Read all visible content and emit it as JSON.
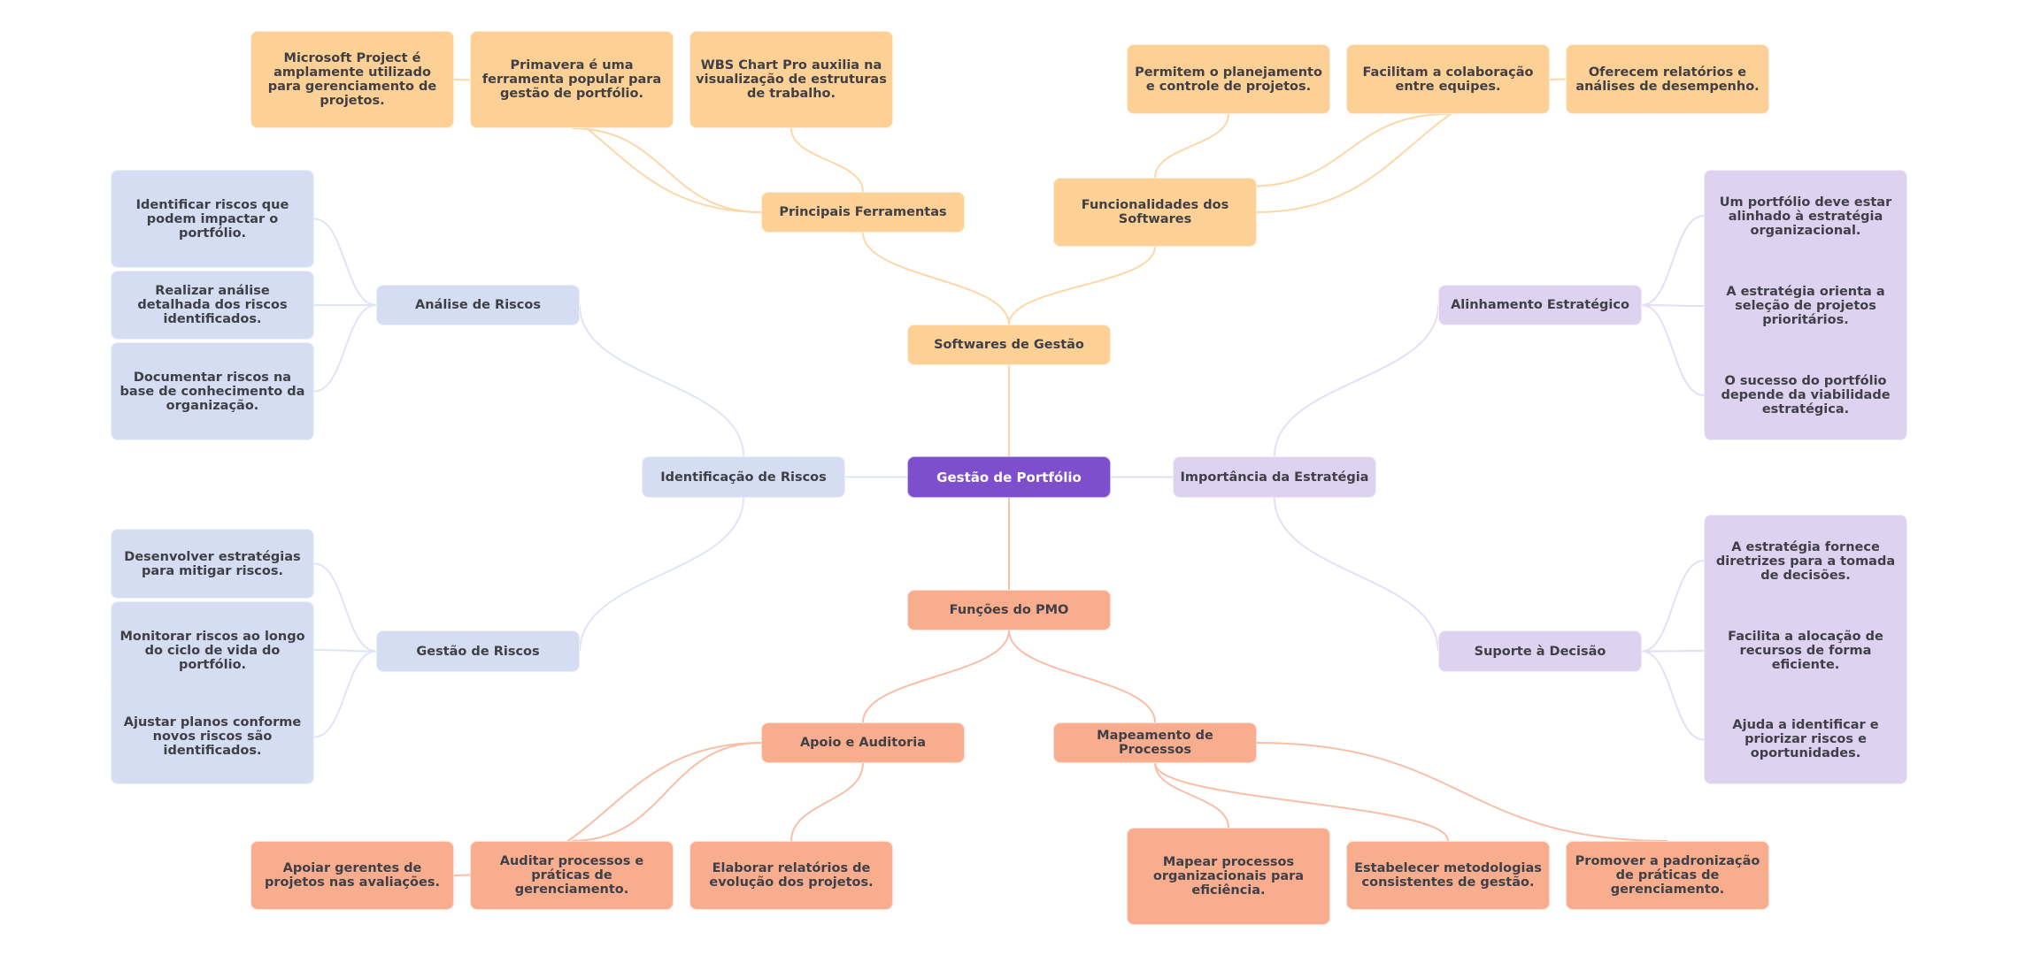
{
  "diagram": {
    "type": "mind-map",
    "colors": {
      "root": "#7e4fcc",
      "software_branch": "#fdd095",
      "pmo_branch": "#f9ad8f",
      "risk_branch": "#d4ddf2",
      "strategy_branch": "#ddd3f0",
      "text": "#3f3f46",
      "root_text": "#ffffff",
      "edge_software": "#fdd7a8",
      "edge_pmo": "#f9bfa6",
      "edge_risk": "#dfe5f5",
      "edge_strategy": "#e6def5"
    },
    "root": {
      "label": "Gestão de Portfólio"
    },
    "branches": {
      "software": {
        "label": "Softwares de Gestão",
        "tools": {
          "label": "Principais Ferramentas",
          "leaves": [
            "Microsoft Project é amplamente utilizado para gerenciamento de projetos.",
            "Primavera é uma ferramenta popular para gestão de portfólio.",
            "WBS Chart Pro auxilia na visualização de estruturas de trabalho."
          ]
        },
        "features": {
          "label": "Funcionalidades dos Softwares",
          "leaves": [
            "Permitem o planejamento e controle de projetos.",
            "Facilitam a colaboração entre equipes.",
            "Oferecem relatórios e análises de desempenho."
          ]
        }
      },
      "risk": {
        "label": "Identificação de Riscos",
        "analysis": {
          "label": "Análise de Riscos",
          "leaves": [
            "Identificar riscos que podem impactar o portfólio.",
            "Realizar análise detalhada dos riscos identificados.",
            "Documentar riscos na base de conhecimento da organização."
          ]
        },
        "management": {
          "label": "Gestão de Riscos",
          "leaves": [
            "Desenvolver estratégias para mitigar riscos.",
            "Monitorar riscos ao longo do ciclo de vida do portfólio.",
            "Ajustar planos conforme novos riscos são identificados."
          ]
        }
      },
      "strategy": {
        "label": "Importância da Estratégia",
        "alignment": {
          "label": "Alinhamento Estratégico",
          "leaves": [
            "Um portfólio deve estar alinhado à estratégia organizacional.",
            "A estratégia orienta a seleção de projetos prioritários.",
            "O sucesso do portfólio depende da viabilidade estratégica."
          ]
        },
        "decision": {
          "label": "Suporte à Decisão",
          "leaves": [
            "A estratégia fornece diretrizes para a tomada de decisões.",
            "Facilita a alocação de recursos de forma eficiente.",
            "Ajuda a identificar e priorizar riscos e oportunidades."
          ]
        }
      },
      "pmo": {
        "label": "Funções do PMO",
        "audit": {
          "label": "Apoio e Auditoria",
          "leaves": [
            "Apoiar gerentes de projetos nas avaliações.",
            "Auditar processos e práticas de gerenciamento.",
            "Elaborar relatórios de evolução dos projetos."
          ]
        },
        "mapping": {
          "label": "Mapeamento de Processos",
          "leaves": [
            "Mapear processos organizacionais para eficiência.",
            "Estabelecer metodologias consistentes de gestão.",
            "Promover a padronização de práticas de gerenciamento."
          ]
        }
      }
    }
  }
}
